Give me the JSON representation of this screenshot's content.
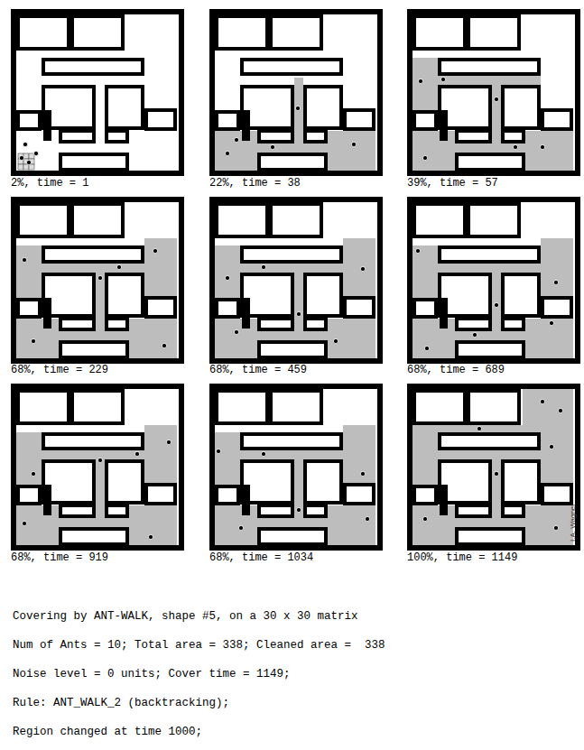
{
  "diagram": {
    "labels": [
      "2%, time = 1",
      "22%, time = 38",
      "39%, time = 57",
      "68%, time = 229",
      "68%, time = 459",
      "68%, time = 689",
      "68%, time = 919",
      "68%, time = 1034",
      "100%, time = 1149",
      "I.A. Wagner",
      "Covering by ANT-WALK, shape #5, on a 30 x 30 matrix",
      "Num of Ants = 10; Total area = 338; Cleaned area =  338",
      "Noise level = 0 units; Cover time = 1149;",
      "Rule: ANT_WALK_2 (backtracking);",
      "Region changed at time 1000;"
    ]
  }
}
